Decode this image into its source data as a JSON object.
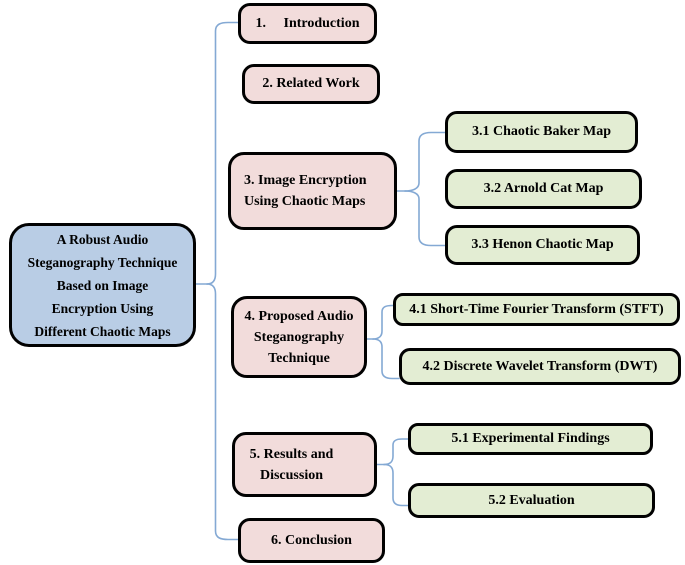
{
  "diagram": {
    "type": "paper-outline-hierarchy",
    "root": {
      "label": "A Robust Audio\nSteganography Technique\nBased on Image\nEncryption Using\nDifferent Chaotic Maps"
    },
    "sections": [
      {
        "id": "1",
        "label": "1.     Introduction"
      },
      {
        "id": "2",
        "label": "2. Related Work"
      },
      {
        "id": "3",
        "label": "3. Image Encryption\nUsing Chaotic Maps"
      },
      {
        "id": "4",
        "label": "4. Proposed Audio\nSteganography\nTechnique"
      },
      {
        "id": "5",
        "label": "5. Results and\nDiscussion"
      },
      {
        "id": "6",
        "label": "6. Conclusion"
      }
    ],
    "subsections": [
      {
        "id": "3.1",
        "parent": "3",
        "label": "3.1 Chaotic Baker Map"
      },
      {
        "id": "3.2",
        "parent": "3",
        "label": "3.2 Arnold Cat Map"
      },
      {
        "id": "3.3",
        "parent": "3",
        "label": "3.3 Henon Chaotic Map"
      },
      {
        "id": "4.1",
        "parent": "4",
        "label": "4.1 Short-Time Fourier Transform (STFT)"
      },
      {
        "id": "4.2",
        "parent": "4",
        "label": "4.2 Discrete Wavelet Transform (DWT)"
      },
      {
        "id": "5.1",
        "parent": "5",
        "label": "5.1 Experimental Findings"
      },
      {
        "id": "5.2",
        "parent": "5",
        "label": "5.2 Evaluation"
      }
    ],
    "colors": {
      "root_fill": "#b9cde5",
      "section_fill": "#f2dcdb",
      "subsection_fill": "#e3edd3",
      "border": "#010101",
      "connector": "#84a9d4",
      "background": "#ffffff"
    }
  }
}
